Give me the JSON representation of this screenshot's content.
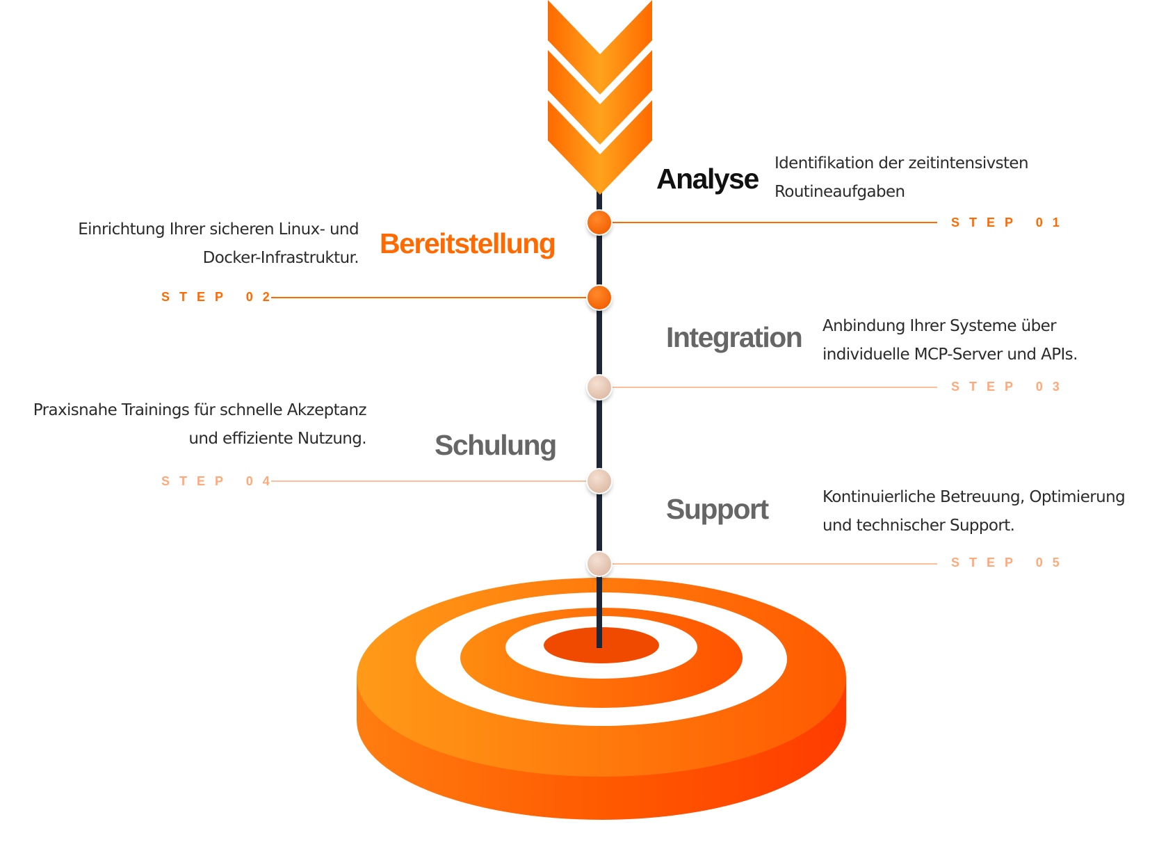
{
  "colors": {
    "accent": "#ff6a00",
    "accent_light": "#ffa97a",
    "dark_title": "#111111",
    "muted_title": "#666666",
    "stem": "#1c2636",
    "node_inactive": "#e8c8b4"
  },
  "steps": [
    {
      "title": "Analyse",
      "description_lines": [
        "Identifikation der zeitintensivsten",
        "Routineaufgaben"
      ],
      "step_label": "STEP 01",
      "side": "right",
      "state": "active"
    },
    {
      "title": "Bereitstellung",
      "description_lines": [
        "Einrichtung Ihrer sicheren Linux- und",
        "Docker-Infrastruktur."
      ],
      "step_label": "STEP 02",
      "side": "left",
      "state": "active"
    },
    {
      "title": "Integration",
      "description_lines": [
        "Anbindung Ihrer Systeme über",
        "individuelle MCP-Server und APIs."
      ],
      "step_label": "STEP 03",
      "side": "right",
      "state": "inactive"
    },
    {
      "title": "Schulung",
      "description_lines": [
        "Praxisnahe Trainings für schnelle Akzeptanz",
        "und effiziente Nutzung."
      ],
      "step_label": "STEP 04",
      "side": "left",
      "state": "inactive"
    },
    {
      "title": "Support",
      "description_lines": [
        "Kontinuierliche Betreuung, Optimierung",
        "und technischer Support."
      ],
      "step_label": "STEP 05",
      "side": "right",
      "state": "inactive"
    }
  ]
}
